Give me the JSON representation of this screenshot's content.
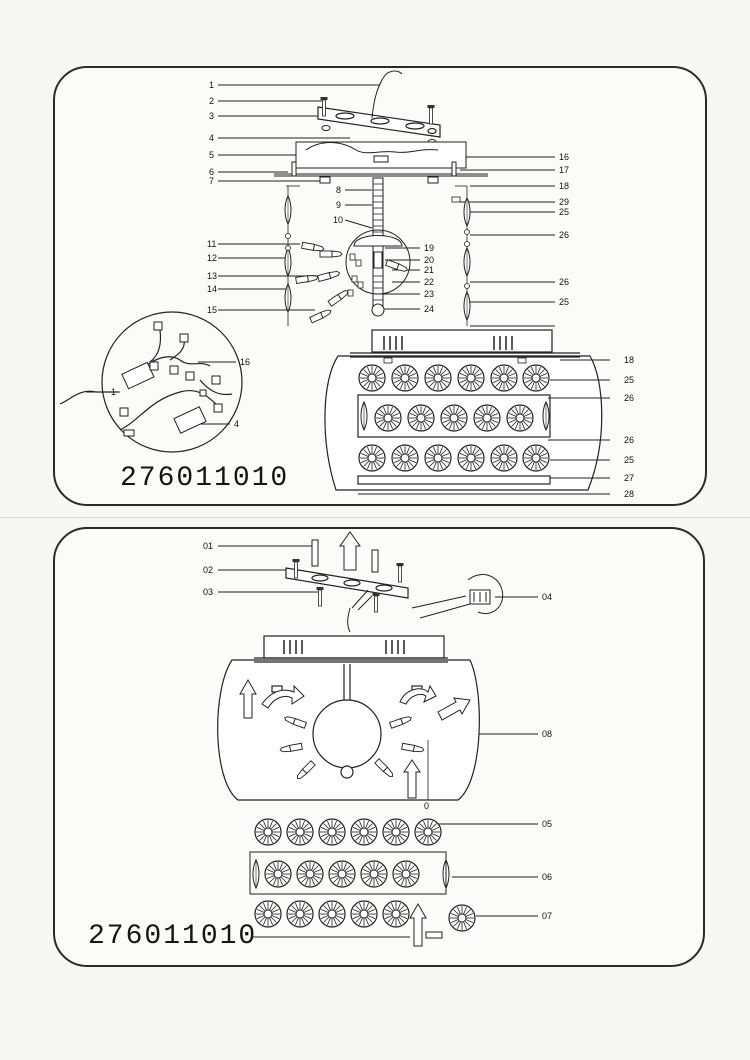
{
  "model_number": "276011010",
  "top_diagram": {
    "left_callouts": [
      "1",
      "2",
      "3",
      "4",
      "5",
      "6",
      "7",
      "8",
      "9",
      "10",
      "11",
      "12",
      "13",
      "14",
      "15"
    ],
    "right_callouts": [
      "16",
      "17",
      "18",
      "29",
      "25",
      "26",
      "19",
      "20",
      "21",
      "22",
      "23",
      "24",
      "26",
      "25"
    ],
    "detail_callouts": [
      "16",
      "1",
      "4"
    ],
    "assembly_callouts": [
      "18",
      "25",
      "26",
      "26",
      "25",
      "27",
      "28"
    ]
  },
  "bottom_diagram": {
    "left_callouts": [
      "01",
      "02",
      "03"
    ],
    "right_callouts": [
      "04",
      "08",
      "05",
      "06",
      "07"
    ],
    "marker_zero": "0"
  }
}
